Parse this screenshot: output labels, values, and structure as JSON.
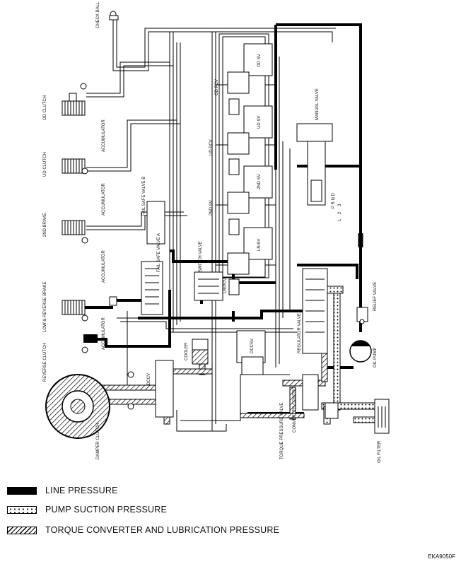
{
  "labels": {
    "check_ball": "CHECK BALL",
    "od_clutch": "OD CLUTCH",
    "ud_clutch": "UD CLUTCH",
    "second_brake": "2ND BRAKE",
    "low_reverse_brake": "LOW & REVERSE BRAKE",
    "reverse_clutch": "REVERSE CLUTCH",
    "accumulator": "ACCUMULATOR",
    "fail_safe_valve_b": "FAIL SAFE VALVE B",
    "fail_safe_valve_a": "FAIL SAFE VALVE A",
    "switch_valve": "SWITCH VALVE",
    "od_pcv": "OD PCV",
    "ud_pcv": "UD PCV",
    "second_sv_vertical": "2ND SV",
    "lr_pcv": "LR/PCV",
    "od_sv": "OD SV",
    "ud_sv": "UD SV",
    "second_sv": "2ND SV",
    "lr_sv": "LR/SV",
    "dcc_sv": "DCCSV",
    "dccv": "DCCV",
    "cooler": "COOLER",
    "damper_clutch": "DAMPER CLUTCH",
    "manual_valve": "MANUAL VALVE",
    "gear_positions": "P R N D",
    "gear_3": "3",
    "gear_2": "2",
    "gear_l": "L",
    "regulator_valve": "REGULATOR VALVE",
    "relief_valve": "RELIEF VALVE",
    "oil_pump": "OIL PUMP",
    "torque_pressure_valve": "TORQUE PRESSURE VALVE",
    "converter_control": "CONVERTER CONTROL",
    "oil_filter": "OIL FILTER"
  },
  "legend": {
    "line_pressure": "LINE PRESSURE",
    "pump_suction_pressure": "PUMP SUCTION PRESSURE",
    "torque_converter_lubrication": "TORQUE CONVERTER AND LUBRICATION PRESSURE"
  },
  "figure_id": "EKA9050F"
}
